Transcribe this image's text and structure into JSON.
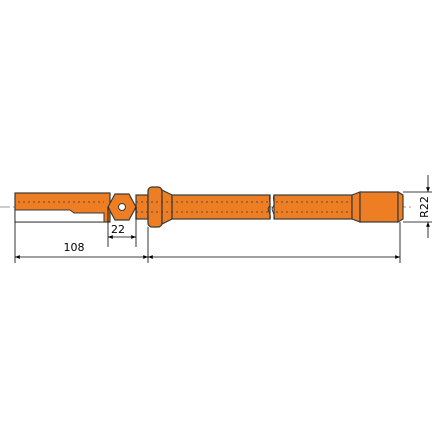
{
  "drawing": {
    "dimensions": {
      "shank_length": "108",
      "hex_size": "22",
      "thread": "R22"
    },
    "colors": {
      "body": "#ED7E23",
      "outline": "#3a3a3a",
      "dim_line": "#000000",
      "background": "#ffffff"
    },
    "icons": [
      "hex-collar-icon",
      "flushing-hole-icon",
      "dimension-arrow-icon"
    ]
  }
}
